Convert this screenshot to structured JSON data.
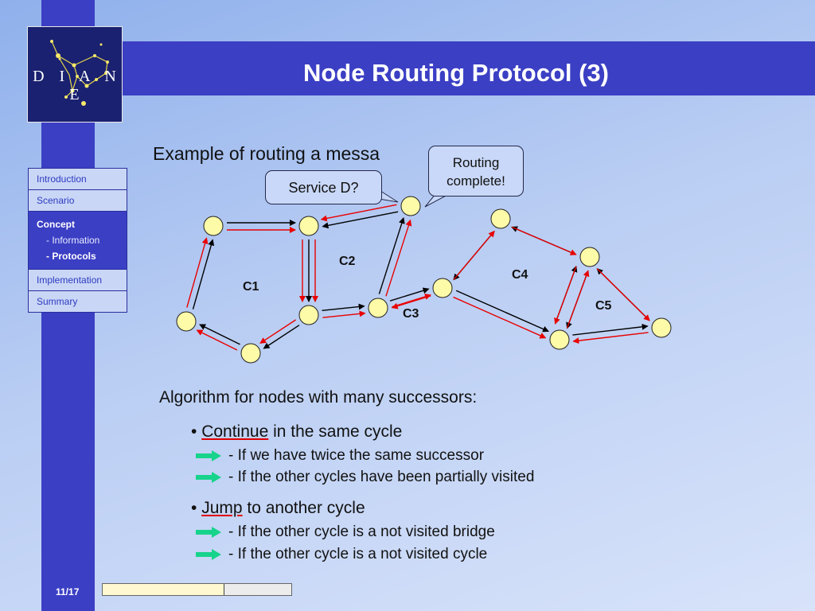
{
  "slide": {
    "title": "Node Routing Protocol (3)",
    "page": "11/17",
    "progress_fraction": 0.647
  },
  "logo": {
    "text": "D I A N E"
  },
  "nav": {
    "items": [
      {
        "label": "Introduction"
      },
      {
        "label": "Scenario"
      },
      {
        "label": "Concept",
        "subitems": [
          "- Information",
          "- Protocols"
        ],
        "active_sub": "- Protocols"
      },
      {
        "label": "Implementation"
      },
      {
        "label": "Summary"
      }
    ]
  },
  "diagram": {
    "heading": "Example of routing a messa",
    "callouts": {
      "service": "Service D?",
      "routing_line1": "Routing",
      "routing_line2": "complete!"
    },
    "cycles": [
      "C1",
      "C2",
      "C3",
      "C4",
      "C5"
    ],
    "colors": {
      "node": "#fdfaa8",
      "hop_arrow": "#e80000",
      "link_arrow": "#000000"
    }
  },
  "algorithm": {
    "title": "Algorithm for nodes with many successors:",
    "bullets": [
      {
        "marker": "•",
        "keyword": "Continue",
        "rest": " in the same cycle",
        "rules": [
          "- If we have twice the same successor",
          "- If the other cycles have been partially visited"
        ]
      },
      {
        "marker": "•",
        "keyword": "Jump",
        "rest": " to another cycle",
        "rules": [
          "- If the other cycle is a not visited bridge",
          "- If the other cycle is a not visited cycle"
        ]
      }
    ],
    "arrow_color": "#17d38b"
  }
}
